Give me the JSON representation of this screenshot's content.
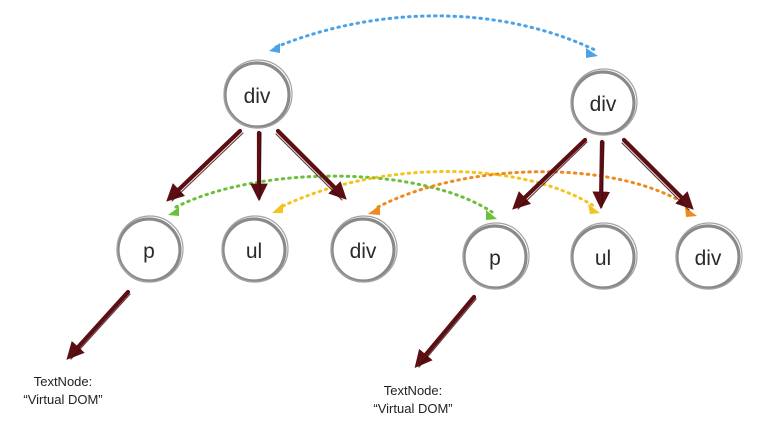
{
  "diagram": {
    "trees": [
      {
        "root": {
          "label": "div"
        },
        "children": [
          {
            "label": "p"
          },
          {
            "label": "ul"
          },
          {
            "label": "div"
          }
        ],
        "text_node": {
          "line1": "TextNode:",
          "line2": "“Virtual DOM”"
        }
      },
      {
        "root": {
          "label": "div"
        },
        "children": [
          {
            "label": "p"
          },
          {
            "label": "ul"
          },
          {
            "label": "div"
          }
        ],
        "text_node": {
          "line1": "TextNode:",
          "line2": "“Virtual DOM”"
        }
      }
    ],
    "colors": {
      "node_stroke": "#8a8a8a",
      "tree_edge": "#5b0f12",
      "root_link": "#4aa3e8",
      "p_link": "#6bbf3a",
      "ul_link": "#f2c41c",
      "div_link": "#ef8a1f"
    }
  }
}
